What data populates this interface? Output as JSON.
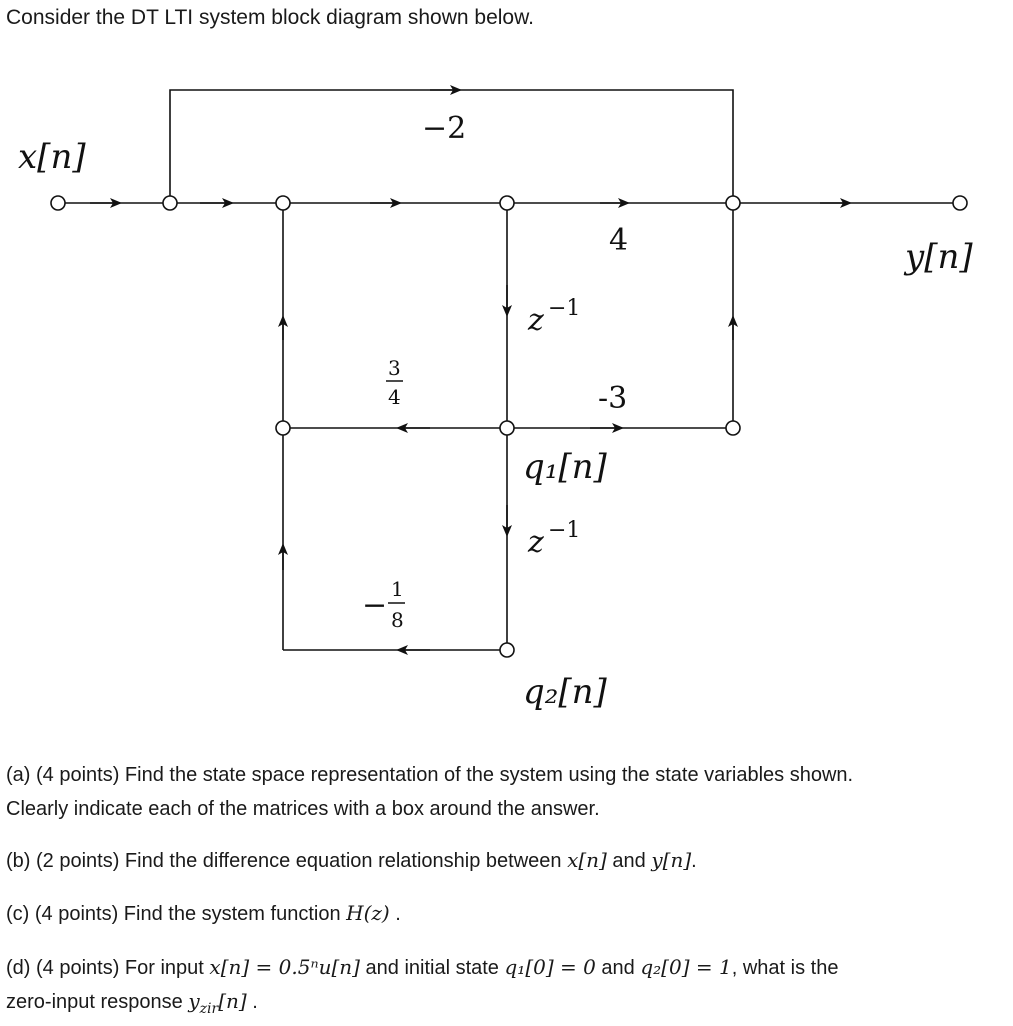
{
  "intro": "Consider the DT LTI system block diagram shown below.",
  "diagram": {
    "input_label": "x[n]",
    "output_label": "y[n]",
    "gain_top": "−2",
    "gain_4": "4",
    "gain_neg3": "-3",
    "delay_1": "z",
    "delay_1_exp": "−1",
    "delay_2": "z",
    "delay_2_exp": "−1",
    "frac_34_num": "3",
    "frac_34_den": "4",
    "frac_18_sign": "−",
    "frac_18_num": "1",
    "frac_18_den": "8",
    "state1": "q₁[n]",
    "state2": "q₂[n]"
  },
  "questions": {
    "a_line1": "(a) (4 points) Find the state space representation of the system using the state variables shown.",
    "a_line2": "Clearly indicate each of the matrices with a box around the answer.",
    "b_prefix": "(b) (2 points) Find the difference equation relationship between",
    "b_x": "x[n]",
    "b_and": "and",
    "b_y": "y[n]",
    "b_end": ".",
    "c_prefix": "(c) (4 points) Find the system function",
    "c_H": "H(z)",
    "c_end": ".",
    "d_prefix": "(d) (4 points) For input",
    "d_input": "x[n] = 0.5ⁿu[n]",
    "d_mid": "and initial state",
    "d_q1": "q₁[0] = 0",
    "d_and": "and",
    "d_q2": "q₂[0] = 1",
    "d_end": ", what is the",
    "d_line2": "zero-input response",
    "d_yzir": "y",
    "d_zir_sub": "zir",
    "d_yzir_arg": "[n]",
    "d_line2_end": "."
  }
}
